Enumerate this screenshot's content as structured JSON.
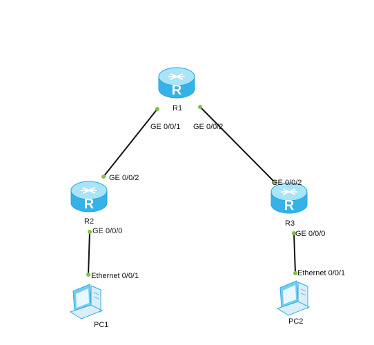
{
  "colors": {
    "link": "#111111",
    "port_dot": "#7dc242",
    "router_top": "#a8e4fb",
    "router_side": "#35b3e8",
    "router_symbol": "#ffffff",
    "pc_screen": "#6fd0f5",
    "pc_body": "#d8eef8"
  },
  "devices": {
    "r1": {
      "label": "R1",
      "icon": "router-icon"
    },
    "r2": {
      "label": "R2",
      "icon": "router-icon"
    },
    "r3": {
      "label": "R3",
      "icon": "router-icon"
    },
    "pc1": {
      "label": "PC1",
      "icon": "pc-icon"
    },
    "pc2": {
      "label": "PC2",
      "icon": "pc-icon"
    }
  },
  "ports": {
    "r1_ge001": "GE 0/0/1",
    "r1_ge002": "GE 0/0/2",
    "r2_ge002": "GE 0/0/2",
    "r2_ge000": "GE 0/0/0",
    "r3_ge002": "GE 0/0/2",
    "r3_ge000": "GE 0/0/0",
    "pc1_eth": "Ethernet 0/0/1",
    "pc2_eth": "Ethernet 0/0/1"
  }
}
